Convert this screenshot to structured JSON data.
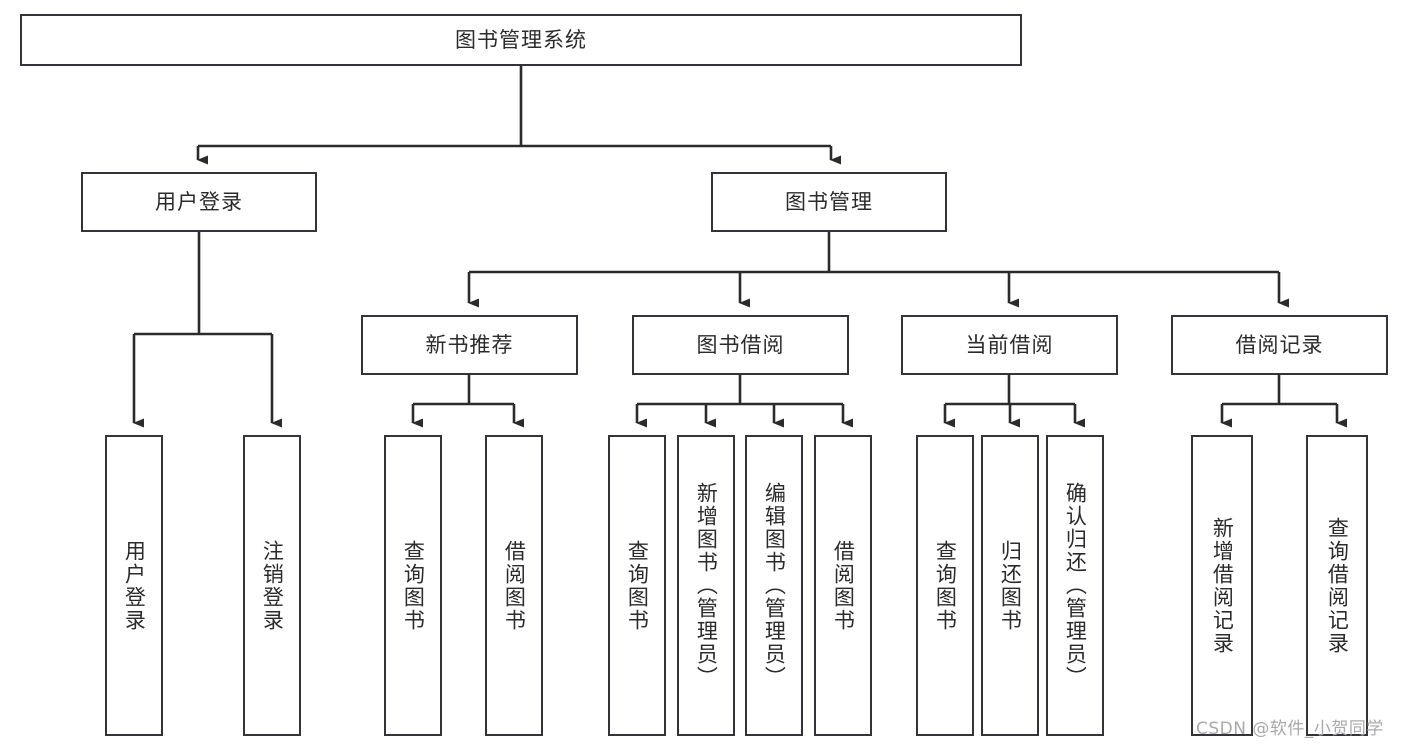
{
  "diagram": {
    "type": "tree-hierarchy",
    "title": "图书管理系统",
    "watermark": "CSDN @软件_小贺同学",
    "colors": {
      "box_border": "#33343a",
      "box_fill": "#ffffff",
      "connector": "#2b2b2b",
      "text": "#2b2b2b",
      "watermark": "#a9a9a9",
      "background": "#ffffff"
    },
    "nodes": {
      "root": {
        "label": "图书管理系统",
        "orientation": "horizontal"
      },
      "level2": [
        {
          "id": "user-login",
          "label": "用户登录",
          "orientation": "horizontal"
        },
        {
          "id": "book-management",
          "label": "图书管理",
          "orientation": "horizontal"
        }
      ],
      "level3": [
        {
          "id": "new-book-recommend",
          "label": "新书推荐",
          "orientation": "horizontal"
        },
        {
          "id": "book-borrow",
          "label": "图书借阅",
          "orientation": "horizontal"
        },
        {
          "id": "current-borrow",
          "label": "当前借阅",
          "orientation": "horizontal"
        },
        {
          "id": "borrow-record",
          "label": "借阅记录",
          "orientation": "horizontal"
        }
      ],
      "leaves": {
        "user-login": [
          {
            "id": "leaf-user-login",
            "label": "用户登录",
            "orientation": "vertical"
          },
          {
            "id": "leaf-user-logout",
            "label": "注销登录",
            "orientation": "vertical"
          }
        ],
        "new-book-recommend": [
          {
            "id": "leaf-query-book-1",
            "label": "查询图书",
            "orientation": "vertical"
          },
          {
            "id": "leaf-borrow-book-1",
            "label": "借阅图书",
            "orientation": "vertical"
          }
        ],
        "book-borrow": [
          {
            "id": "leaf-query-book-2",
            "label": "查询图书",
            "orientation": "vertical"
          },
          {
            "id": "leaf-add-book",
            "label": "新增图书（管理员）",
            "orientation": "vertical"
          },
          {
            "id": "leaf-edit-book",
            "label": "编辑图书（管理员）",
            "orientation": "vertical"
          },
          {
            "id": "leaf-borrow-book-2",
            "label": "借阅图书",
            "orientation": "vertical"
          }
        ],
        "current-borrow": [
          {
            "id": "leaf-query-book-3",
            "label": "查询图书",
            "orientation": "vertical"
          },
          {
            "id": "leaf-return-book",
            "label": "归还图书",
            "orientation": "vertical"
          },
          {
            "id": "leaf-confirm-return",
            "label": "确认归还（管理员）",
            "orientation": "vertical"
          }
        ],
        "borrow-record": [
          {
            "id": "leaf-add-record",
            "label": "新增借阅记录",
            "orientation": "vertical"
          },
          {
            "id": "leaf-query-record",
            "label": "查询借阅记录",
            "orientation": "vertical"
          }
        ]
      }
    }
  }
}
